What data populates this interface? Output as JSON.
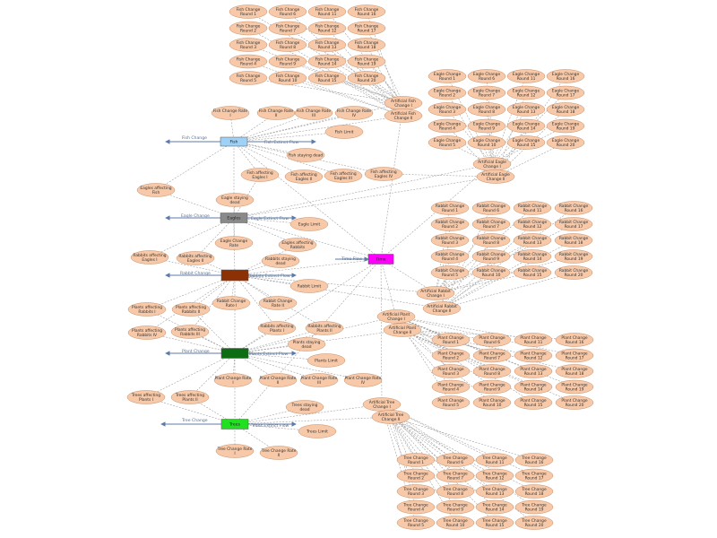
{
  "colors": {
    "node_fill": "#f7c9a8",
    "node_stroke": "#c78b63",
    "link": "#9a9a9a",
    "flow": "#5d7ba8",
    "stock_fish": "#9fd0f5",
    "stock_eagles": "#8a8a8a",
    "stock_rabbits": "#8b3105",
    "stock_plants": "#0d6d12",
    "stock_trees": "#20e020",
    "stock_time": "#ff00ff"
  },
  "stocks": [
    {
      "id": "fish",
      "label": "Fish"
    },
    {
      "id": "eagles",
      "label": "Eagles"
    },
    {
      "id": "rabbits",
      "label": ""
    },
    {
      "id": "plants",
      "label": ""
    },
    {
      "id": "trees",
      "label": "Trees"
    },
    {
      "id": "time",
      "label": "Time"
    }
  ],
  "flow_labels": {
    "fish_change": "Fish Change",
    "fish_extinct": "Fish Extinct Flow",
    "eagle_change": "Eagle Change",
    "eagle_extinct": "Eagle Extinct Flow",
    "rabbit_change": "Rabbit Change",
    "rabbit_extinct": "Rabbits Extinct Flow",
    "plant_change": "Plant Change",
    "plant_extinct": "Plants Extinct Flow",
    "tree_change": "Tree Change",
    "trees_extinct": "Trees Extinct Flow",
    "time_flow": "Time Flow"
  },
  "aux": {
    "fish_rate_1": [
      "Fish Change Rate",
      "I"
    ],
    "fish_rate_2": [
      "Fish Change Rate",
      "II"
    ],
    "fish_rate_3": [
      "Fish Change Rate",
      "III"
    ],
    "fish_rate_4": [
      "Fish Change Rate",
      "IV"
    ],
    "fish_limit": [
      "Fish Limit"
    ],
    "fish_staying_dead": [
      "Fish staying dead"
    ],
    "fish_aff_eagles_1": [
      "Fish affecting",
      "Eagles I"
    ],
    "fish_aff_eagles_2": [
      "Fish affecting",
      "Eagles II"
    ],
    "fish_aff_eagles_3": [
      "Fish affecting",
      "Eagles III"
    ],
    "fish_aff_eagles_4": [
      "Fish affecting",
      "Eagles IV"
    ],
    "eagles_aff_fish": [
      "Eagles affecting",
      "Fish"
    ],
    "eagle_staying_dead": [
      "Eagle staying",
      "dead"
    ],
    "eagle_limit": [
      "Eagle Limit"
    ],
    "eagle_rate": [
      "Eagle Change",
      "Rate"
    ],
    "eagles_aff_rabbits": [
      "Eagles affecting",
      "Rabbits"
    ],
    "rabbits_aff_eagles_1": [
      "Rabbits affecting",
      "Eagles I"
    ],
    "rabbits_aff_eagles_2": [
      "Rabbits affecting",
      "Eagles II"
    ],
    "rabbit_staying_dead": [
      "Rabbits staying",
      "dead"
    ],
    "rabbit_limit": [
      "Rabbit Limit"
    ],
    "rabbit_rate_1": [
      "Rabbit Change",
      "Rate I"
    ],
    "rabbit_rate_2": [
      "Rabbit Change",
      "Rate II"
    ],
    "rabbits_aff_plants_1": [
      "Rabbits affecting",
      "Plants I"
    ],
    "rabbits_aff_plants_2": [
      "Rabbits affecting",
      "Plants II"
    ],
    "plants_aff_rabbits_1": [
      "Plants affecting",
      "Rabbits I"
    ],
    "plants_aff_rabbits_2": [
      "Plants affecting",
      "Rabbits II"
    ],
    "plants_aff_rabbits_3": [
      "Plants affecting",
      "Rabbits III"
    ],
    "plants_aff_rabbits_4": [
      "Plants affecting",
      "Rabbits IV"
    ],
    "plant_staying_dead": [
      "Plants staying",
      "dead"
    ],
    "plant_limit": [
      "Plants Limit"
    ],
    "plant_rate_1": [
      "Plant Change Rate",
      "I"
    ],
    "plant_rate_2": [
      "Plant Change Rate",
      "II"
    ],
    "plant_rate_3": [
      "Plant Change Rate",
      "III"
    ],
    "plant_rate_4": [
      "Plant Change Rate",
      "IV"
    ],
    "trees_aff_plants_1": [
      "Trees affecting",
      "Plants I"
    ],
    "trees_aff_plants_2": [
      "Trees affecting",
      "Plants II"
    ],
    "tree_staying_dead": [
      "Trees staying",
      "dead"
    ],
    "tree_limit": [
      "Trees Limit"
    ],
    "tree_rate_1": [
      "Tree Change Rate",
      "I"
    ],
    "tree_rate_2": [
      "Tree Change Rate",
      "II"
    ],
    "art_fish_1": [
      "Artificial Fish",
      "Change I"
    ],
    "art_fish_2": [
      "Artificial Fish",
      "Change II"
    ],
    "art_eagle_1": [
      "Artificial Eagle",
      "Change I"
    ],
    "art_eagle_2": [
      "Artificial Eagle",
      "Change II"
    ],
    "art_rabbit_1": [
      "Artificial Rabbit",
      "Change I"
    ],
    "art_rabbit_2": [
      "Artificial Rabbit",
      "Change II"
    ],
    "art_plant_1": [
      "Artificial Plant",
      "Change I"
    ],
    "art_plant_2": [
      "Artificial Plant",
      "Change II"
    ],
    "art_tree_1": [
      "Artificial Tree",
      "Change I"
    ],
    "art_tree_2": [
      "Artificial Tree",
      "Change II"
    ]
  },
  "round_labels": {
    "fish": "Fish Change",
    "eagle": "Eagle Change",
    "rabbit": "Rabbit Change",
    "plant": "Plant Change",
    "tree": "Tree Change",
    "round_word": "Round"
  },
  "round_count": 20
}
